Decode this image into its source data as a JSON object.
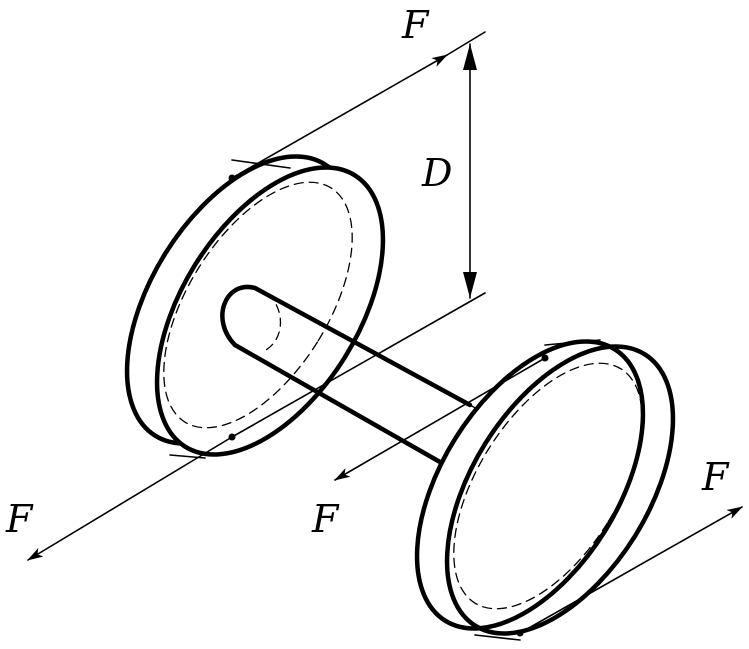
{
  "labels": {
    "force_top": "F",
    "force_left": "F",
    "force_middle": "F",
    "force_right": "F",
    "diameter": "D"
  },
  "colors": {
    "stroke": "#000000",
    "background": "#ffffff"
  }
}
